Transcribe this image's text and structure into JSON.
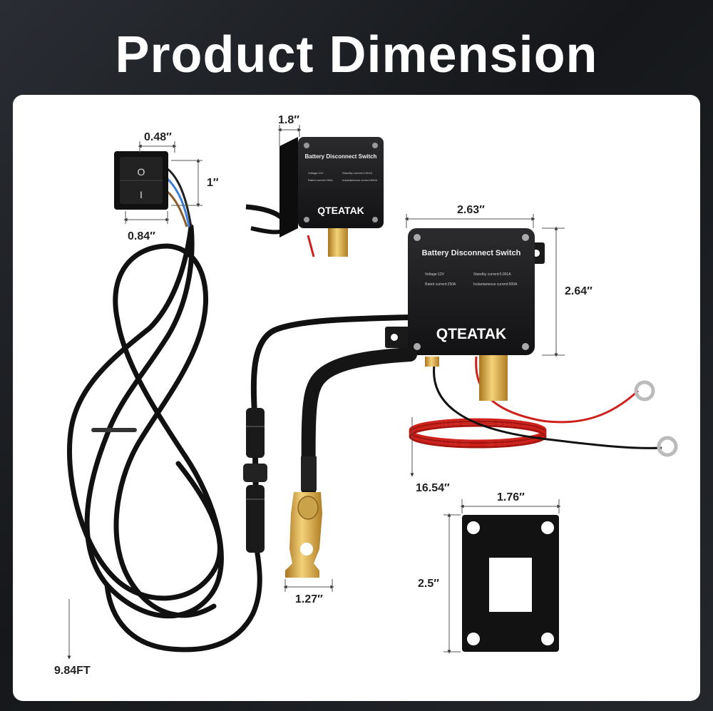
{
  "title": "Product Dimension",
  "dimensions": {
    "rocker_width": "0.48″",
    "rocker_height": "1″",
    "rocker_depth": "0.84″",
    "switch_side": "1.8″",
    "switch_width": "2.63″",
    "switch_height": "2.64″",
    "cable_length": "9.84FT",
    "terminal_width": "1.27″",
    "wire_length": "16.54″",
    "plate_width": "1.76″",
    "plate_height": "2.5″"
  },
  "switch_small": {
    "brand": "QTEATAK",
    "label": "Battery Disconnect Switch",
    "spec_voltage": "Voltage:12V",
    "spec_rated": "Rated current:250A",
    "spec_standby": "Standby current:0.001A",
    "spec_instant": "Instantaneous current:500A"
  },
  "switch_main": {
    "brand": "QTEATAK",
    "label": "Battery Disconnect Switch",
    "spec_voltage": "Voltage:12V",
    "spec_rated": "Rated current:250A",
    "spec_standby": "Standby current:0.001A",
    "spec_instant": "Instantaneous current:500A"
  },
  "rocker_symbols": {
    "off": "O",
    "on": "I"
  },
  "colors": {
    "background": "#1c1e22",
    "panel": "#ffffff",
    "switch_body": "#1d1d1f",
    "brass": "#d4a648",
    "red_wire": "#d0201c",
    "blue_wire": "#3b7fd6"
  }
}
